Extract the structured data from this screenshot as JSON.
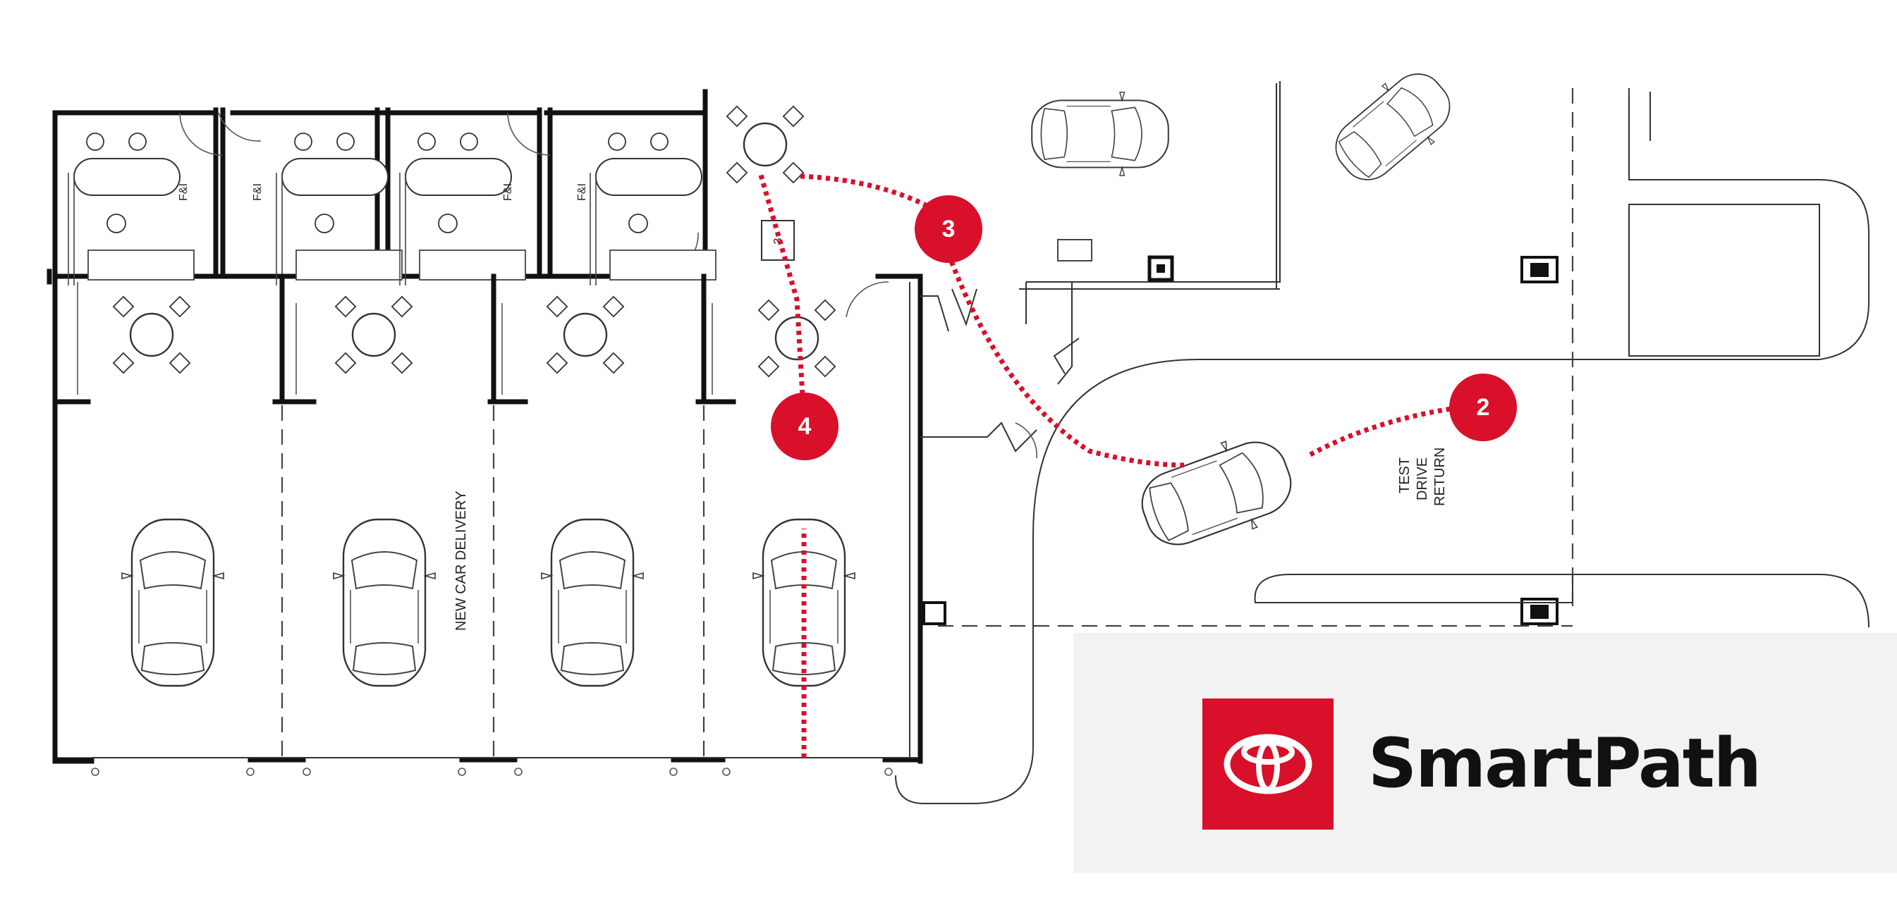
{
  "plan": {
    "office_labels": [
      "F&I",
      "F&I",
      "F&I",
      "F&I"
    ],
    "delivery_label": "NEW CAR DELIVERY",
    "return_label_lines": [
      "TEST",
      "DRIVE",
      "RETURN"
    ],
    "sign_label": "3"
  },
  "markers": [
    {
      "label": "2"
    },
    {
      "label": "3"
    },
    {
      "label": "4"
    }
  ],
  "brand": {
    "name": "SmartPath",
    "logo_icon": "toyota-logo-icon",
    "accent_color": "#d8102a",
    "panel_color": "#f2f2f2"
  }
}
